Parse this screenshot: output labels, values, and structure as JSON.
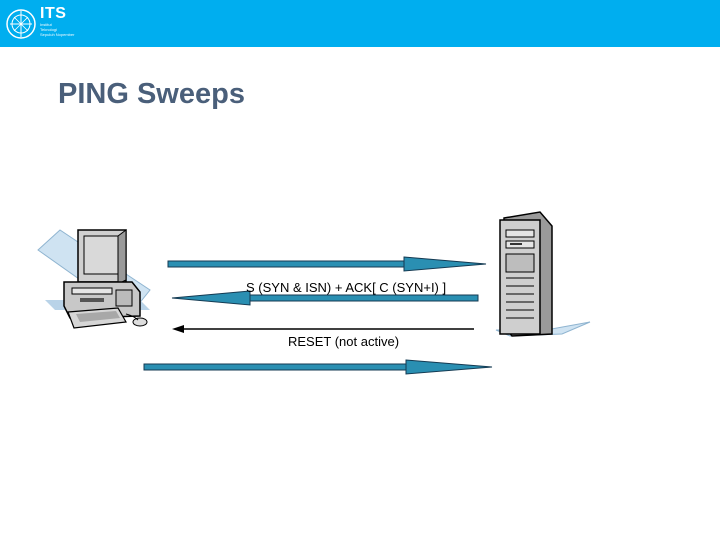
{
  "header": {
    "logo_title": "ITS",
    "logo_subtitle_lines": [
      "Institut",
      "Teknologi",
      "Sepuluh Nopember"
    ]
  },
  "slide": {
    "title": "PING Sweeps"
  },
  "diagram": {
    "icons": [
      "desktop-computer-icon",
      "server-tower-icon"
    ],
    "arrows": [
      {
        "direction": "right",
        "style": "thick-blue",
        "label": ""
      },
      {
        "direction": "left",
        "style": "thick-blue",
        "label": "S (SYN & ISN) + ACK[ C (SYN+I) ]"
      },
      {
        "direction": "left",
        "style": "thin-black",
        "label": "RESET (not active)"
      },
      {
        "direction": "right",
        "style": "thick-blue",
        "label": ""
      }
    ],
    "colors": {
      "header": "#00aeef",
      "arrow_fill": "#2a8fb2",
      "arrow_stroke": "#143a52",
      "title": "#4a5f7a"
    }
  }
}
